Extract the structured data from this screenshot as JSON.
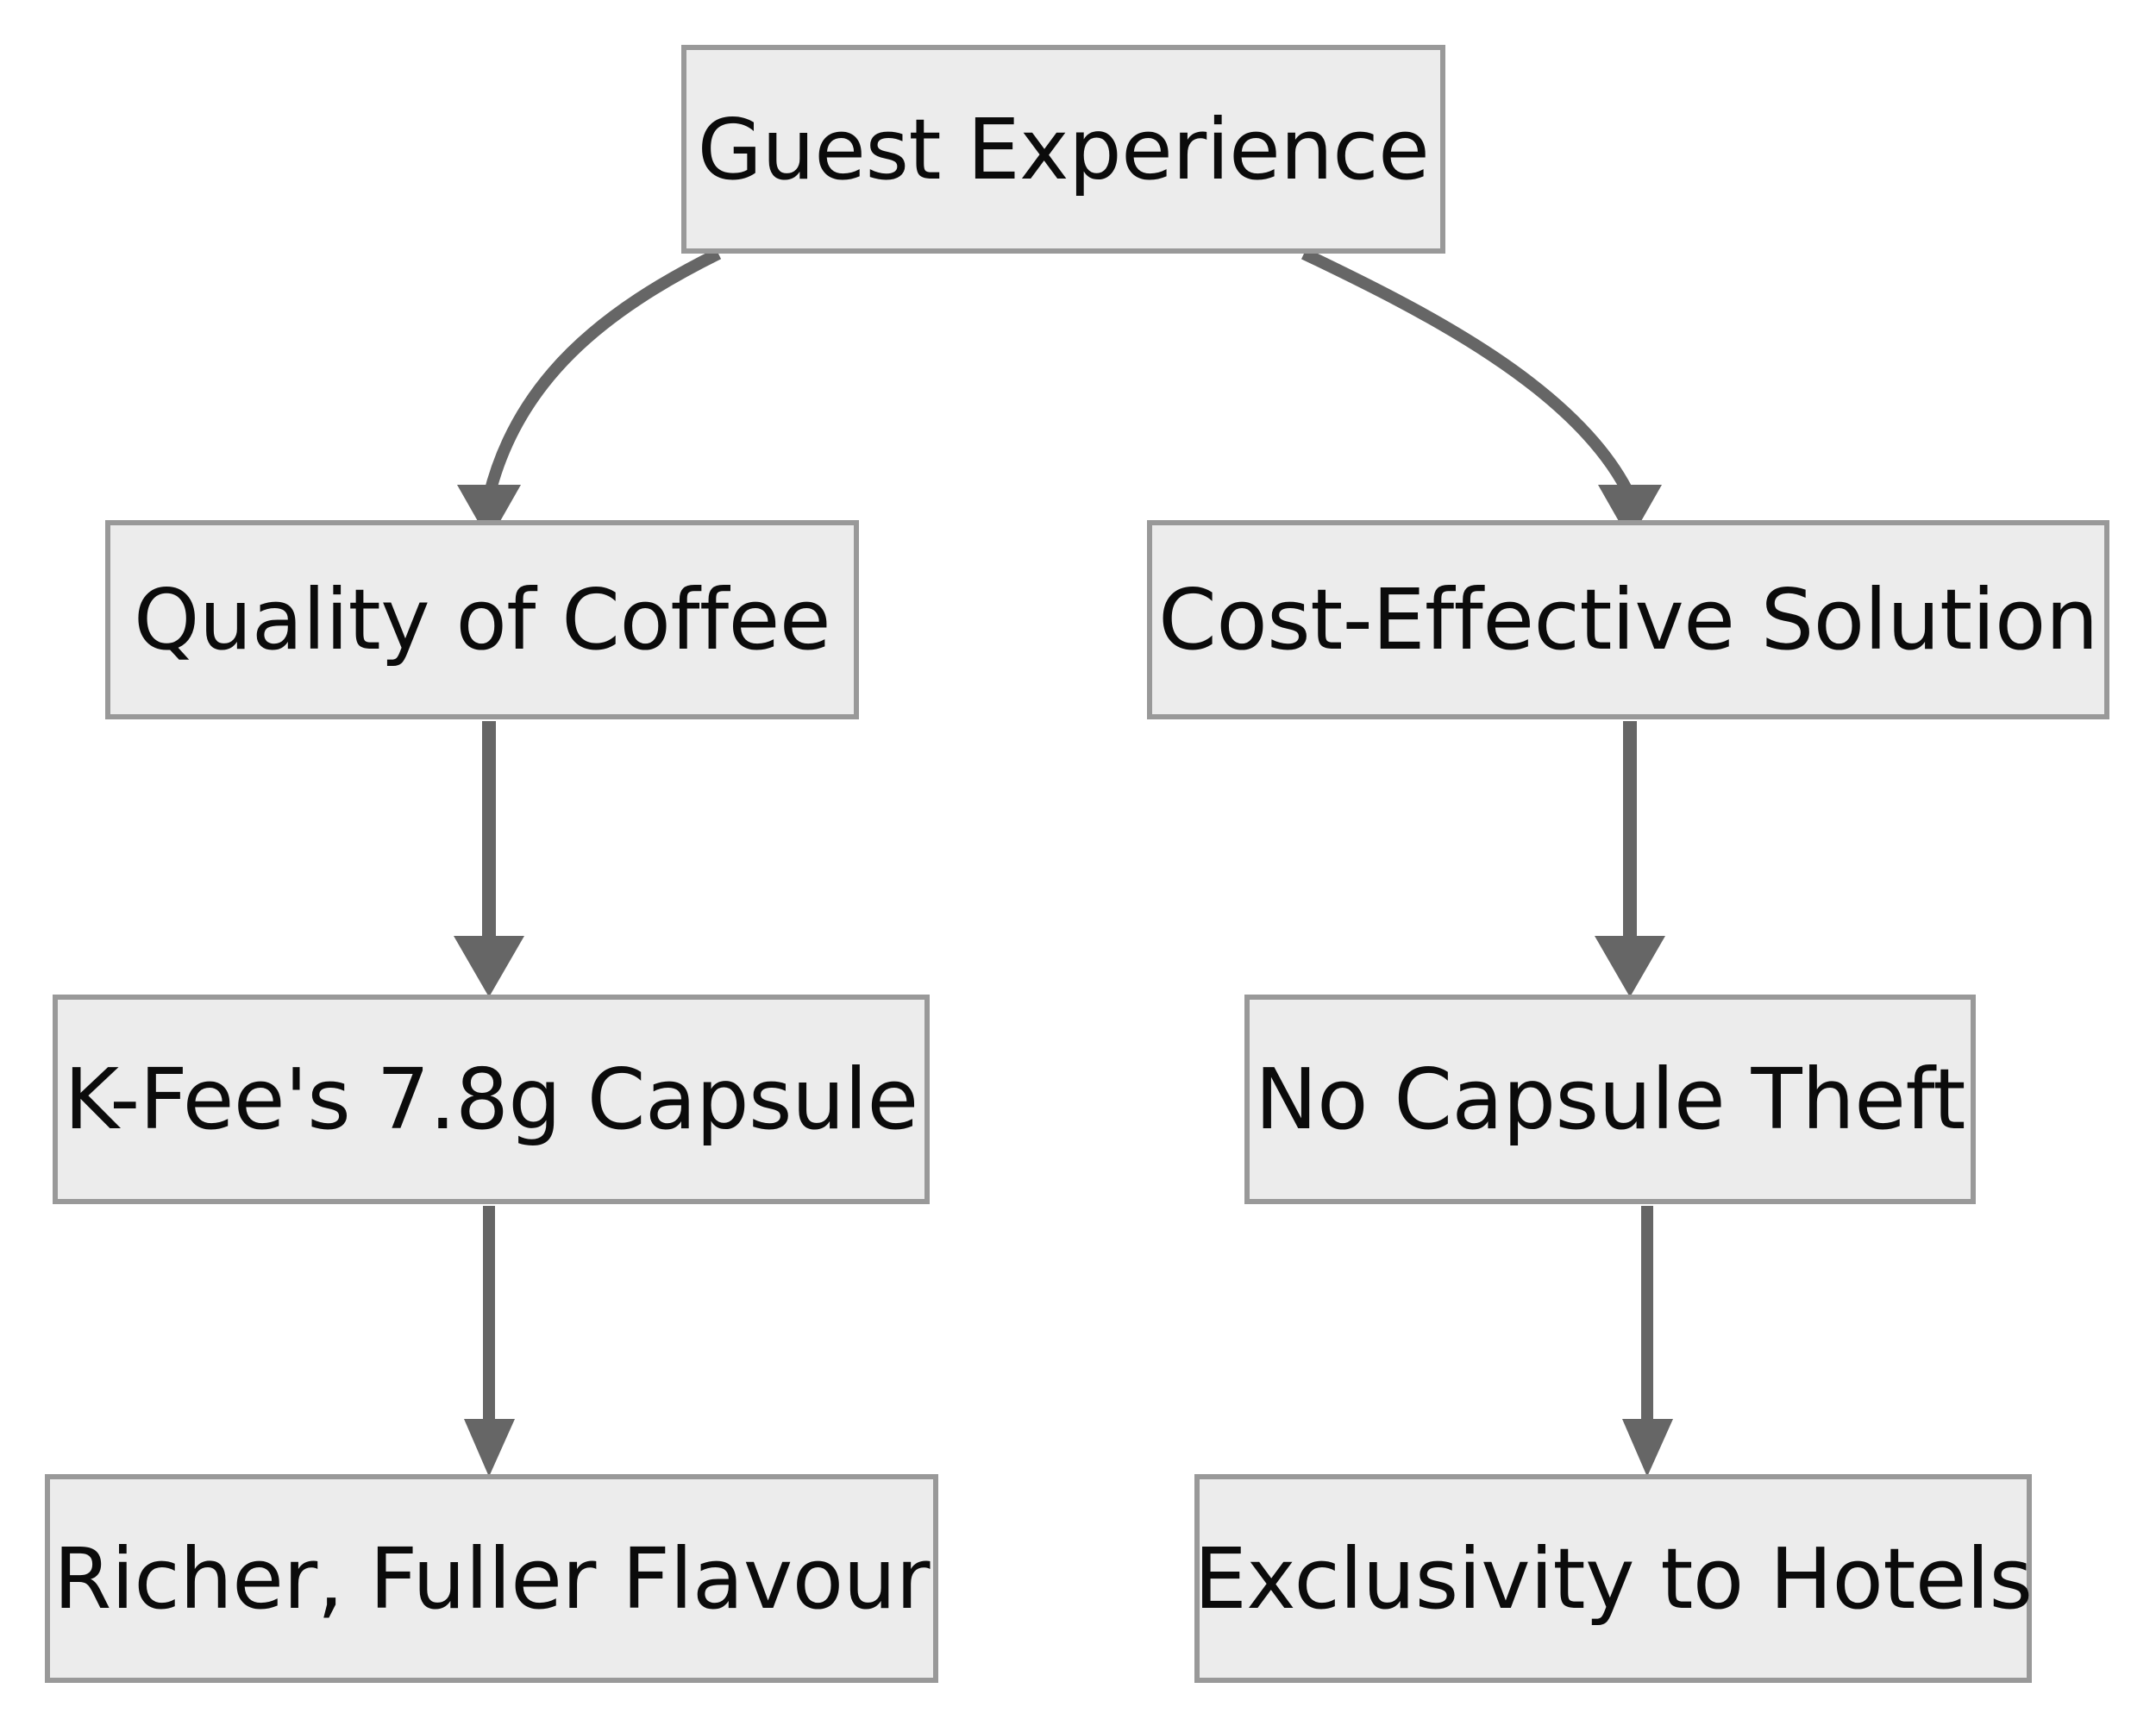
{
  "diagram": {
    "title": "Guest Experience flowchart",
    "colors": {
      "node_fill": "#ececec",
      "node_border": "#999999",
      "edge": "#666666",
      "text": "#0b0b0b",
      "background": "#ffffff"
    },
    "nodes": [
      {
        "id": "root",
        "label": "Guest Experience"
      },
      {
        "id": "quality",
        "label": "Quality of Coffee"
      },
      {
        "id": "cost",
        "label": "Cost-Effective Solution"
      },
      {
        "id": "capsule",
        "label": "K-Fee's 7.8g Capsule"
      },
      {
        "id": "theft",
        "label": "No Capsule Theft"
      },
      {
        "id": "flavour",
        "label": "Richer, Fuller Flavour"
      },
      {
        "id": "exclusivity",
        "label": "Exclusivity to Hotels"
      }
    ],
    "edges": [
      {
        "from": "root",
        "to": "quality",
        "style": "curved"
      },
      {
        "from": "root",
        "to": "cost",
        "style": "curved"
      },
      {
        "from": "quality",
        "to": "capsule",
        "style": "straight"
      },
      {
        "from": "cost",
        "to": "theft",
        "style": "straight"
      },
      {
        "from": "capsule",
        "to": "flavour",
        "style": "straight"
      },
      {
        "from": "theft",
        "to": "exclusivity",
        "style": "straight"
      }
    ]
  },
  "chart_data": {
    "type": "table",
    "title": "Guest Experience flowchart",
    "nodes": [
      "Guest Experience",
      "Quality of Coffee",
      "Cost-Effective Solution",
      "K-Fee's 7.8g Capsule",
      "No Capsule Theft",
      "Richer, Fuller Flavour",
      "Exclusivity to Hotels"
    ],
    "edges": [
      [
        "Guest Experience",
        "Quality of Coffee"
      ],
      [
        "Guest Experience",
        "Cost-Effective Solution"
      ],
      [
        "Quality of Coffee",
        "K-Fee's 7.8g Capsule"
      ],
      [
        "Cost-Effective Solution",
        "No Capsule Theft"
      ],
      [
        "K-Fee's 7.8g Capsule",
        "Richer, Fuller Flavour"
      ],
      [
        "No Capsule Theft",
        "Exclusivity to Hotels"
      ]
    ]
  }
}
